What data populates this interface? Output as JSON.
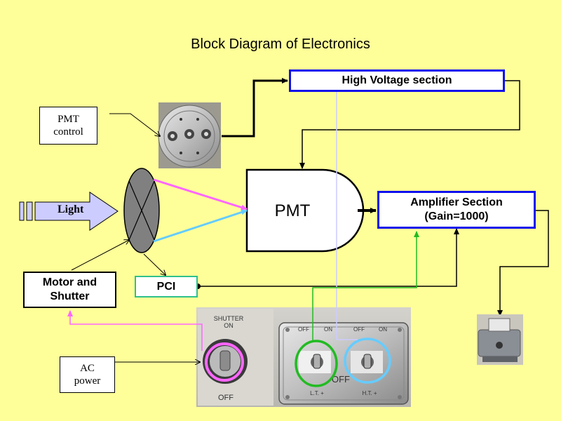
{
  "title": "Block Diagram of Electronics",
  "blocks": {
    "high_voltage": "High Voltage section",
    "amplifier_line1": "Amplifier Section",
    "amplifier_line2": "(Gain=1000)",
    "pmt": "PMT",
    "pmt_control_line1": "PMT",
    "pmt_control_line2": "control",
    "light": "Light",
    "motor_line1": "Motor and",
    "motor_line2": "Shutter",
    "pci": "PCI",
    "ac_line1": "AC",
    "ac_line2": "power"
  },
  "panel": {
    "shutter_label_line1": "SHUTTER",
    "shutter_label_line2": "ON",
    "shutter_off": "OFF",
    "switch_off_1": "OFF",
    "switch_on_1": "ON",
    "switch_off_2": "OFF",
    "switch_on_2": "ON",
    "switch_lower_off": "OFF",
    "lt_label": "L.T. +",
    "ht_label": "H.T. +"
  },
  "colors": {
    "background": "#ffff99",
    "blue_border": "#1010ee",
    "pink": "#ff66ff",
    "cyan": "#66ccff",
    "green": "#22bb22",
    "lavender": "#ccccff"
  }
}
